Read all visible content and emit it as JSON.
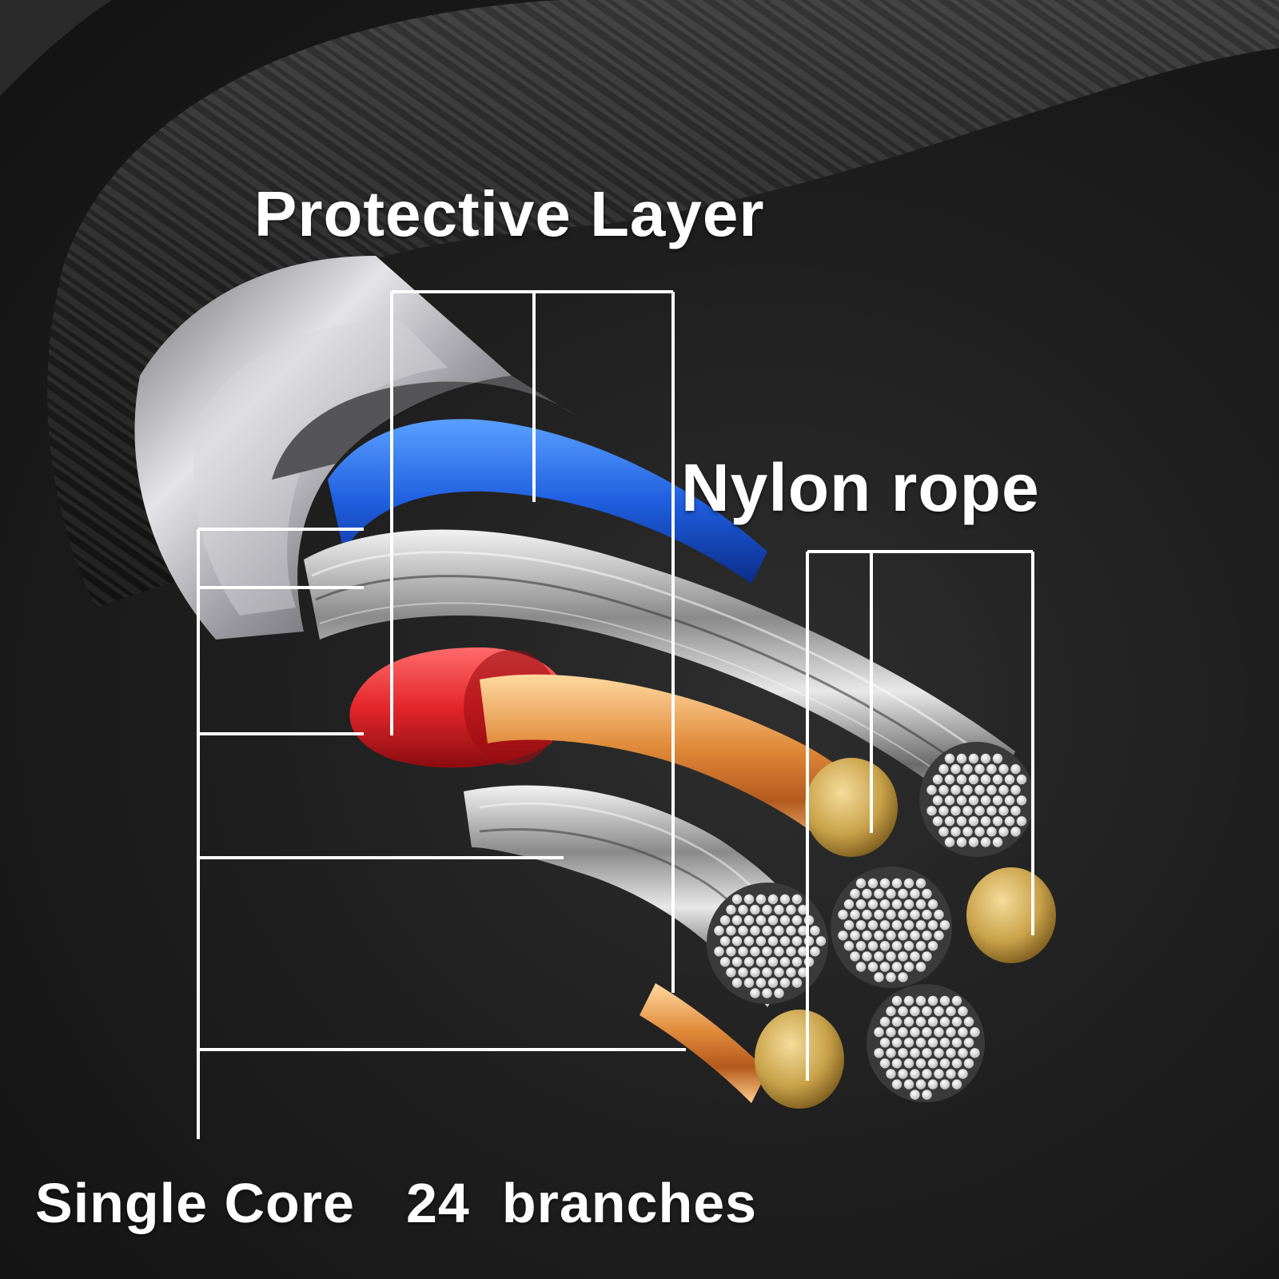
{
  "labels": {
    "protective_layer": "Protective Layer",
    "nylon_rope": "Nylon rope",
    "single_core": "Single Core",
    "count": "24",
    "branches": "branches"
  },
  "colors": {
    "background": "#1c1c1c",
    "braid": "#2a2a2a",
    "metal_shield": "#b8b8bc",
    "blue_insulation": "#1f5fe0",
    "red_insulation": "#e3262a",
    "copper": "#e08a3a",
    "gold_end": "#c9a24a",
    "silver_strand": "#dcdcdc",
    "label_text": "#ffffff",
    "callout_lines": "#ffffff"
  }
}
